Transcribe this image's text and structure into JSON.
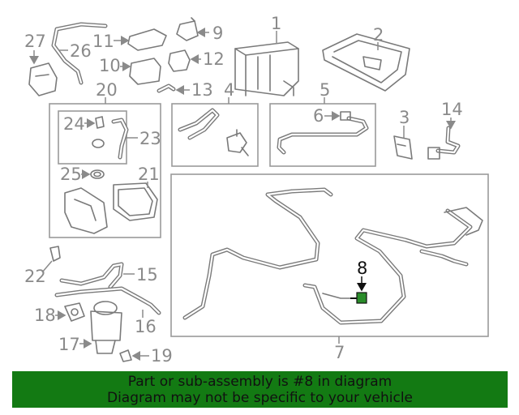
{
  "diagram": {
    "callouts": [
      "1",
      "2",
      "3",
      "4",
      "5",
      "6",
      "7",
      "8",
      "9",
      "10",
      "11",
      "12",
      "13",
      "14",
      "15",
      "16",
      "17",
      "18",
      "19",
      "20",
      "21",
      "22",
      "23",
      "24",
      "25",
      "26",
      "27"
    ],
    "highlighted_part": "8",
    "highlight_color": "#2a8c2a"
  },
  "banner": {
    "line1": "Part or sub-assembly is #8 in diagram",
    "line2": "Diagram may not be specific to your vehicle",
    "background": "#137a13"
  }
}
